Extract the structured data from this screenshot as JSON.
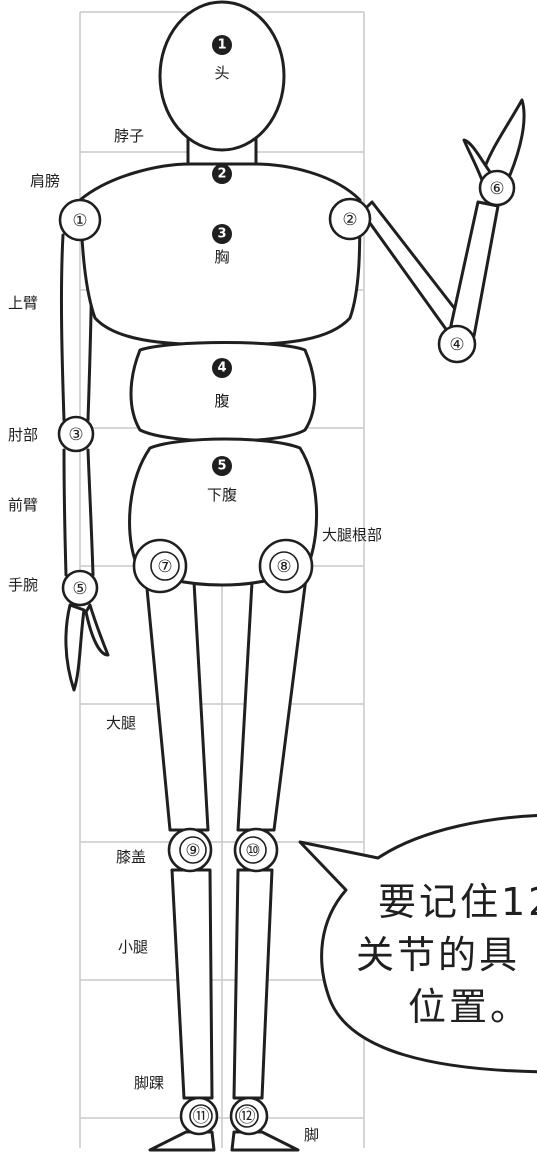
{
  "parts": [
    {
      "num": "1",
      "name": "头"
    },
    {
      "num": "2",
      "name": ""
    },
    {
      "num": "3",
      "name": "胸"
    },
    {
      "num": "4",
      "name": "腹"
    },
    {
      "num": "5",
      "name": "下腹"
    }
  ],
  "joints": [
    "①",
    "②",
    "③",
    "④",
    "⑤",
    "⑥",
    "⑦",
    "⑧",
    "⑨",
    "⑩",
    "⑪",
    "⑫"
  ],
  "labels": {
    "neck": "脖子",
    "shoulder": "肩膀",
    "upper_arm": "上臂",
    "elbow": "肘部",
    "forearm": "前臂",
    "wrist": "手腕",
    "hip": "大腿根部",
    "thigh": "大腿",
    "knee": "膝盖",
    "shin": "小腿",
    "ankle": "脚踝",
    "foot": "脚"
  },
  "bubble": {
    "line1": "要记住12",
    "line2": "关节的具",
    "line3": "位置。"
  }
}
